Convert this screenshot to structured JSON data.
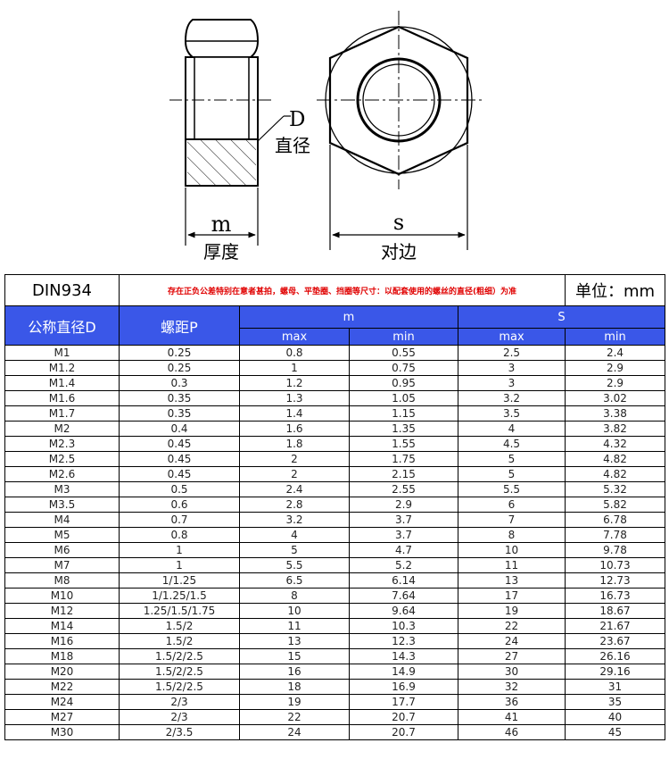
{
  "drawing": {
    "labels": {
      "d_symbol": "D",
      "d_text": "直径",
      "m_symbol": "m",
      "m_text": "厚度",
      "s_symbol": "s",
      "s_text": "对边"
    }
  },
  "table": {
    "standard": "DIN934",
    "note": "存在正负公差特别在意者甚拍，螺母、平垫圈、挡圈等尺寸：以配套使用的螺丝的直径(粗细）为准",
    "unit": "单位：mm",
    "headers": {
      "diameter": "公称直径D",
      "pitch": "螺距P",
      "m": "m",
      "s": "S",
      "max": "max",
      "min": "min"
    },
    "rows": [
      {
        "d": "M1",
        "p": "0.25",
        "m_max": "0.8",
        "m_min": "0.55",
        "s_max": "2.5",
        "s_min": "2.4"
      },
      {
        "d": "M1.2",
        "p": "0.25",
        "m_max": "1",
        "m_min": "0.75",
        "s_max": "3",
        "s_min": "2.9"
      },
      {
        "d": "M1.4",
        "p": "0.3",
        "m_max": "1.2",
        "m_min": "0.95",
        "s_max": "3",
        "s_min": "2.9"
      },
      {
        "d": "M1.6",
        "p": "0.35",
        "m_max": "1.3",
        "m_min": "1.05",
        "s_max": "3.2",
        "s_min": "3.02"
      },
      {
        "d": "M1.7",
        "p": "0.35",
        "m_max": "1.4",
        "m_min": "1.15",
        "s_max": "3.5",
        "s_min": "3.38"
      },
      {
        "d": "M2",
        "p": "0.4",
        "m_max": "1.6",
        "m_min": "1.35",
        "s_max": "4",
        "s_min": "3.82"
      },
      {
        "d": "M2.3",
        "p": "0.45",
        "m_max": "1.8",
        "m_min": "1.55",
        "s_max": "4.5",
        "s_min": "4.32"
      },
      {
        "d": "M2.5",
        "p": "0.45",
        "m_max": "2",
        "m_min": "1.75",
        "s_max": "5",
        "s_min": "4.82"
      },
      {
        "d": "M2.6",
        "p": "0.45",
        "m_max": "2",
        "m_min": "2.15",
        "s_max": "5",
        "s_min": "4.82"
      },
      {
        "d": "M3",
        "p": "0.5",
        "m_max": "2.4",
        "m_min": "2.55",
        "s_max": "5.5",
        "s_min": "5.32"
      },
      {
        "d": "M3.5",
        "p": "0.6",
        "m_max": "2.8",
        "m_min": "2.9",
        "s_max": "6",
        "s_min": "5.82"
      },
      {
        "d": "M4",
        "p": "0.7",
        "m_max": "3.2",
        "m_min": "3.7",
        "s_max": "7",
        "s_min": "6.78"
      },
      {
        "d": "M5",
        "p": "0.8",
        "m_max": "4",
        "m_min": "3.7",
        "s_max": "8",
        "s_min": "7.78"
      },
      {
        "d": "M6",
        "p": "1",
        "m_max": "5",
        "m_min": "4.7",
        "s_max": "10",
        "s_min": "9.78"
      },
      {
        "d": "M7",
        "p": "1",
        "m_max": "5.5",
        "m_min": "5.2",
        "s_max": "11",
        "s_min": "10.73"
      },
      {
        "d": "M8",
        "p": "1/1.25",
        "m_max": "6.5",
        "m_min": "6.14",
        "s_max": "13",
        "s_min": "12.73"
      },
      {
        "d": "M10",
        "p": "1/1.25/1.5",
        "m_max": "8",
        "m_min": "7.64",
        "s_max": "17",
        "s_min": "16.73"
      },
      {
        "d": "M12",
        "p": "1.25/1.5/1.75",
        "m_max": "10",
        "m_min": "9.64",
        "s_max": "19",
        "s_min": "18.67"
      },
      {
        "d": "M14",
        "p": "1.5/2",
        "m_max": "11",
        "m_min": "10.3",
        "s_max": "22",
        "s_min": "21.67"
      },
      {
        "d": "M16",
        "p": "1.5/2",
        "m_max": "13",
        "m_min": "12.3",
        "s_max": "24",
        "s_min": "23.67"
      },
      {
        "d": "M18",
        "p": "1.5/2/2.5",
        "m_max": "15",
        "m_min": "14.3",
        "s_max": "27",
        "s_min": "26.16"
      },
      {
        "d": "M20",
        "p": "1.5/2/2.5",
        "m_max": "16",
        "m_min": "14.9",
        "s_max": "30",
        "s_min": "29.16"
      },
      {
        "d": "M22",
        "p": "1.5/2/2.5",
        "m_max": "18",
        "m_min": "16.9",
        "s_max": "32",
        "s_min": "31"
      },
      {
        "d": "M24",
        "p": "2/3",
        "m_max": "19",
        "m_min": "17.7",
        "s_max": "36",
        "s_min": "35"
      },
      {
        "d": "M27",
        "p": "2/3",
        "m_max": "22",
        "m_min": "20.7",
        "s_max": "41",
        "s_min": "40"
      },
      {
        "d": "M30",
        "p": "2/3.5",
        "m_max": "24",
        "m_min": "20.7",
        "s_max": "46",
        "s_min": "45"
      }
    ]
  },
  "colors": {
    "header_bg": "#3a57e8",
    "header_text": "#ffffff",
    "note_text": "#e00000"
  }
}
